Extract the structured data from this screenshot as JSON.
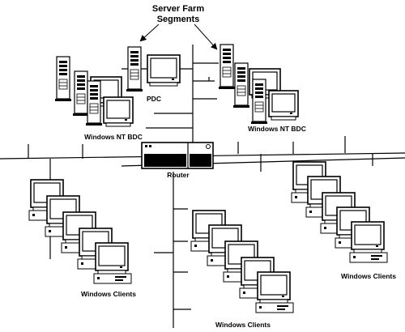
{
  "title": {
    "line1": "Server Farm",
    "line2": "Segments"
  },
  "nodes": {
    "pdc": "PDC",
    "bdc_left": "Windows NT BDC",
    "bdc_right": "Windows NT BDC",
    "router": "Router",
    "clients_left": "Windows Clients",
    "clients_middle": "Windows Clients",
    "clients_right": "Windows Clients"
  },
  "icons": {
    "server": "server-tower-icon",
    "monitor": "crt-monitor-icon",
    "desktop": "desktop-computer-icon",
    "router": "router-icon"
  },
  "colors": {
    "line": "#000000",
    "screen": "#ffffff",
    "background": "#ffffff"
  }
}
